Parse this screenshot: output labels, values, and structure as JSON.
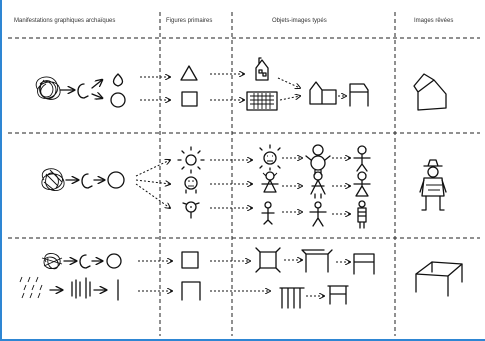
{
  "columns": [
    "Manifestations graphiques archaïques",
    "Figures primaires",
    "Objets-images typés",
    "Images rêvées"
  ]
}
